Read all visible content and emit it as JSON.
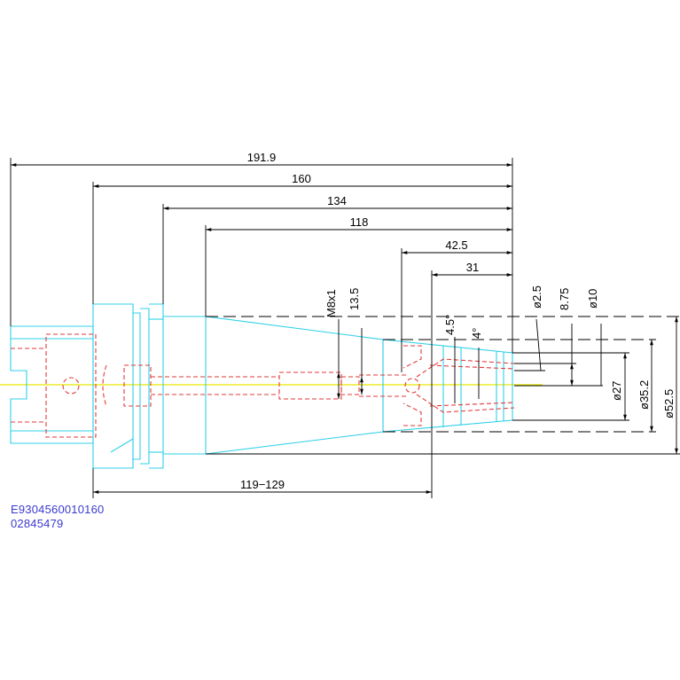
{
  "dimensions": {
    "overall": "191.9",
    "d160": "160",
    "d134": "134",
    "d118": "118",
    "d42_5": "42.5",
    "d31": "31",
    "thread": "M8x1",
    "d13_5": "13.5",
    "angle1": "4.5°",
    "angle2": "4°",
    "dia2_5": "ø2.5",
    "d8_75": "8.75",
    "dia10": "ø10",
    "dia27": "ø27",
    "dia35_2": "ø35.2",
    "dia52_5": "ø52.5",
    "range": "119−129"
  },
  "codes": {
    "line1": "E9304560010160",
    "line2": "02845479"
  }
}
